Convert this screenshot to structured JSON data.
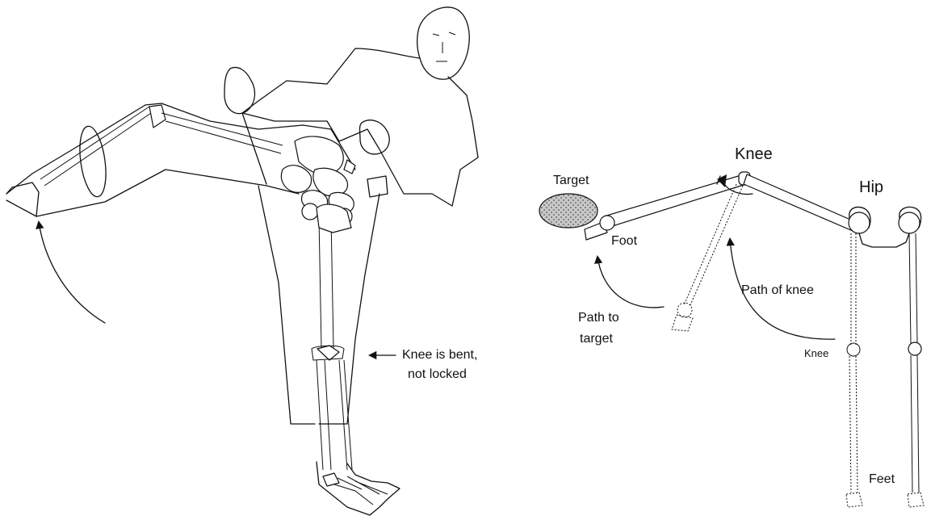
{
  "left_figure": {
    "annotation_line1": "Knee is bent,",
    "annotation_line2": "not locked"
  },
  "right_diagram": {
    "knee_top": "Knee",
    "hip": "Hip",
    "target": "Target",
    "foot": "Foot",
    "path_to_target_line1": "Path to",
    "path_to_target_line2": "target",
    "path_of_knee": "Path of knee",
    "knee_small": "Knee",
    "feet": "Feet"
  }
}
